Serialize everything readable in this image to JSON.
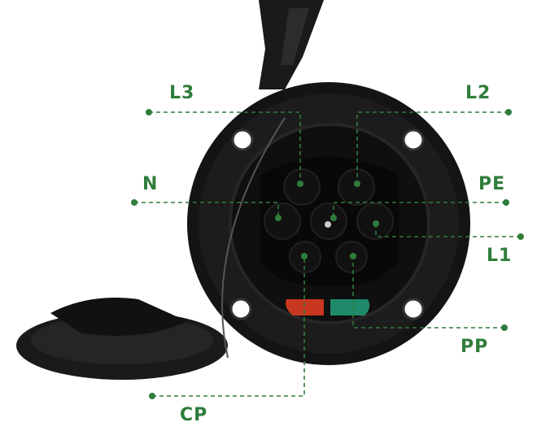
{
  "accent_color": "#2f7d3b",
  "labels": {
    "l3": "L3",
    "l2": "L2",
    "n": "N",
    "pe": "PE",
    "l1": "L1",
    "pp": "PP",
    "cp": "CP"
  },
  "indicator_colors": {
    "left": "#c8371f",
    "right": "#1f8a6a"
  }
}
